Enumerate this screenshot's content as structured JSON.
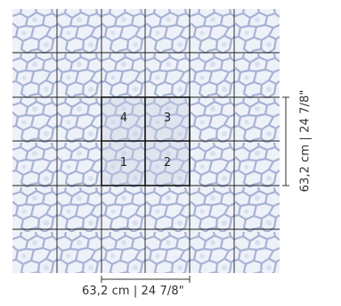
{
  "diagram": {
    "quadrant_labels": [
      "1",
      "2",
      "3",
      "4"
    ],
    "dimension_horizontal": "63,2 cm | 24 7/8\"",
    "dimension_vertical": "63,2 cm | 24 7/8\"",
    "colors": {
      "tile_base": "#eef1f8",
      "pattern": "#a7b2d4",
      "grid_line": "#1a1a1a"
    }
  }
}
